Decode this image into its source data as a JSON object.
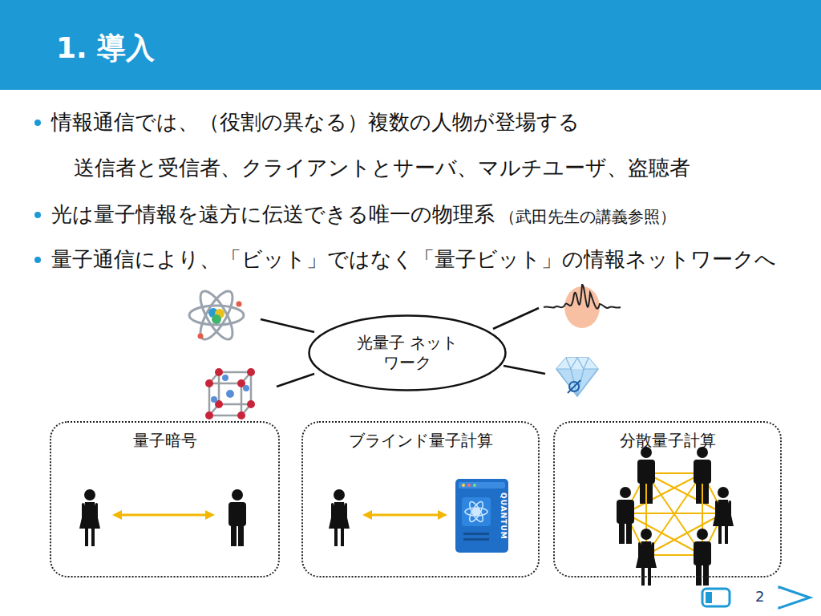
{
  "diagram": {
    "title": "1. 導入",
    "nodes": [
      {
        "text": [
          "光量子 ネットワーク"
        ]
      },
      {
        "text": [
          "量子暗号"
        ]
      },
      {
        "text": [
          "ブラインド量子計算"
        ]
      },
      {
        "text": [
          "分散量子計算"
        ]
      }
    ],
    "labels": [
      "情報通信では、（役割の異なる）複数の人物が登場する",
      "送信者と受信者、クライアントとサーバ、マルチユーザ、盗聴者",
      "光は量子情報を遠方に伝送できる唯一の物理系",
      "（武田先生の講義参照）",
      "量子通信により、「ビット」ではなく「量子ビット」の情報ネットワークへ",
      "2",
      "QUANTUM"
    ]
  }
}
